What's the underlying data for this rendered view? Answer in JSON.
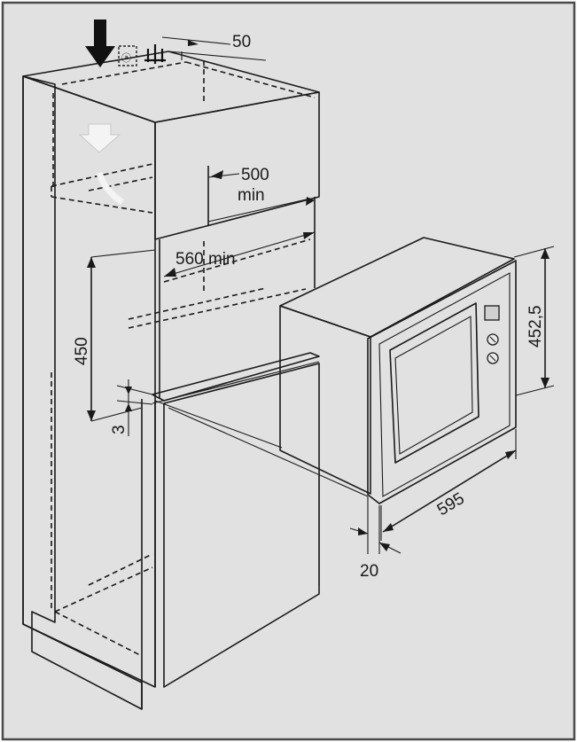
{
  "labels": {
    "depth_gap": "50",
    "min_depth": "500",
    "min_depth_unit": "min",
    "min_width": "560 min",
    "niche_height": "450",
    "shelf_gap": "3",
    "oven_height": "452,5",
    "oven_width": "595",
    "front_offset": "20"
  },
  "colors": {
    "background": "#e1e1e1",
    "frame": "#4a4a4a",
    "line": "#1a1a1a",
    "cabinet": "#dedede",
    "oven_side": "#d8d8d8",
    "oven_front": "#e6e6e6",
    "window": "#c9c9c9"
  },
  "icons": [
    "down-arrow-icon",
    "ventilation-icon",
    "plug-icon"
  ]
}
